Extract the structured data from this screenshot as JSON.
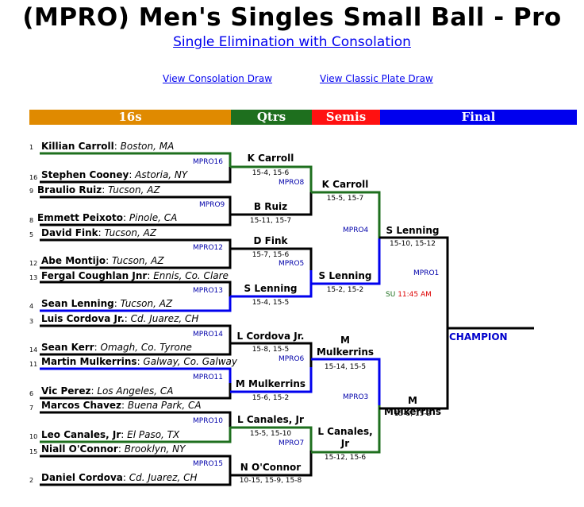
{
  "title": "(MPRO) Men's Singles Small Ball - Pro",
  "subtitle": "Single Elimination with Consolation",
  "links": {
    "consolation": "View Consolation Draw",
    "classic": "View Classic Plate Draw"
  },
  "rounds": {
    "r16": "16s",
    "qtrs": "Qtrs",
    "semis": "Semis",
    "final": "Final"
  },
  "colors": {
    "r16": "#e08a00",
    "qtrs": "#1e6f1e",
    "semis": "#ff1111",
    "final": "#0000ee"
  },
  "players": [
    {
      "seed": "1",
      "name": "Killian Carroll",
      "loc": "Boston, MA"
    },
    {
      "seed": "16",
      "name": "Stephen Cooney",
      "loc": "Astoria, NY"
    },
    {
      "seed": "9",
      "name": "Braulio Ruiz",
      "loc": "Tucson, AZ"
    },
    {
      "seed": "8",
      "name": "Emmett Peixoto",
      "loc": "Pinole, CA"
    },
    {
      "seed": "5",
      "name": "David Fink",
      "loc": "Tucson, AZ"
    },
    {
      "seed": "12",
      "name": "Abe Montijo",
      "loc": "Tucson, AZ"
    },
    {
      "seed": "13",
      "name": "Fergal Coughlan Jnr",
      "loc": "Ennis, Co. Clare"
    },
    {
      "seed": "4",
      "name": "Sean Lenning",
      "loc": "Tucson, AZ"
    },
    {
      "seed": "3",
      "name": "Luis Cordova Jr.",
      "loc": "Cd. Juarez, CH"
    },
    {
      "seed": "14",
      "name": "Sean Kerr",
      "loc": "Omagh, Co. Tyrone"
    },
    {
      "seed": "11",
      "name": "Martin Mulkerrins",
      "loc": "Galway, Co. Galway"
    },
    {
      "seed": "6",
      "name": "Vic Perez",
      "loc": "Los Angeles, CA"
    },
    {
      "seed": "7",
      "name": "Marcos Chavez",
      "loc": "Buena Park, CA"
    },
    {
      "seed": "10",
      "name": "Leo Canales, Jr",
      "loc": "El Paso, TX"
    },
    {
      "seed": "15",
      "name": "Niall O'Connor",
      "loc": "Brooklyn, NY"
    },
    {
      "seed": "2",
      "name": "Daniel Cordova",
      "loc": "Cd. Juarez, CH"
    }
  ],
  "qtr_matches": [
    {
      "id": "MPRO16",
      "winner": "K Carroll",
      "score": "15-4, 15-6"
    },
    {
      "id": "MPRO9",
      "winner": "B Ruiz",
      "score": "15-11, 15-7"
    },
    {
      "id": "MPRO12",
      "winner": "D Fink",
      "score": "15-7, 15-6"
    },
    {
      "id": "MPRO13",
      "winner": "S Lenning",
      "score": "15-4, 15-5"
    },
    {
      "id": "MPRO14",
      "winner": "L Cordova Jr.",
      "score": "15-8, 15-5"
    },
    {
      "id": "MPRO11",
      "winner": "M Mulkerrins",
      "score": "15-6, 15-2"
    },
    {
      "id": "MPRO10",
      "winner": "L Canales, Jr",
      "score": "15-5, 15-10"
    },
    {
      "id": "MPRO15",
      "winner": "N O'Connor",
      "score": "10-15, 15-9, 15-8"
    }
  ],
  "semi_matches": [
    {
      "id": "MPRO8",
      "winner": "K Carroll",
      "score": "15-5, 15-7"
    },
    {
      "id": "MPRO5",
      "winner": "S Lenning",
      "score": "15-2, 15-2"
    },
    {
      "id": "MPRO6",
      "winner": "M Mulkerrins",
      "score": "15-14, 15-5"
    },
    {
      "id": "MPRO7",
      "winner": "L Canales, Jr",
      "score": "15-12, 15-6"
    }
  ],
  "final_matches": [
    {
      "id": "MPRO4",
      "winner": "S Lenning",
      "score": "15-10, 15-12"
    },
    {
      "id": "MPRO3",
      "winner": "M Mulkerrins",
      "score": "15-8, 15-2"
    }
  ],
  "championship": {
    "id": "MPRO1",
    "day": "SU",
    "time": "11:45 AM",
    "label": "CHAMPION"
  }
}
